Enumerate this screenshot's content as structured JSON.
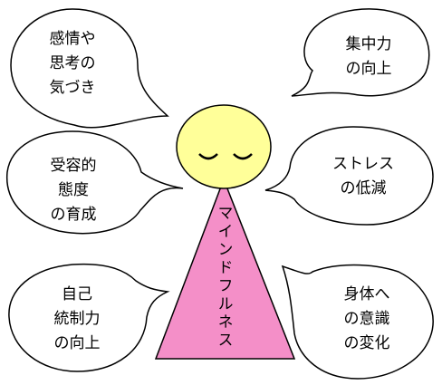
{
  "bubbles": {
    "top_left": [
      "感情や",
      "思考の",
      "気づき"
    ],
    "top_right": [
      "集中力",
      "の向上"
    ],
    "mid_left": [
      "受容的",
      "態度",
      "の育成"
    ],
    "mid_right": [
      "ストレス",
      "の低減"
    ],
    "bottom_left": [
      "自己",
      "統制力",
      "の向上"
    ],
    "bottom_right": [
      "身体へ",
      "の意識",
      "の変化"
    ]
  },
  "figure": {
    "body_label": "マインドフルネス",
    "head_color": "#ffff99",
    "body_color": "#f48fc8"
  }
}
